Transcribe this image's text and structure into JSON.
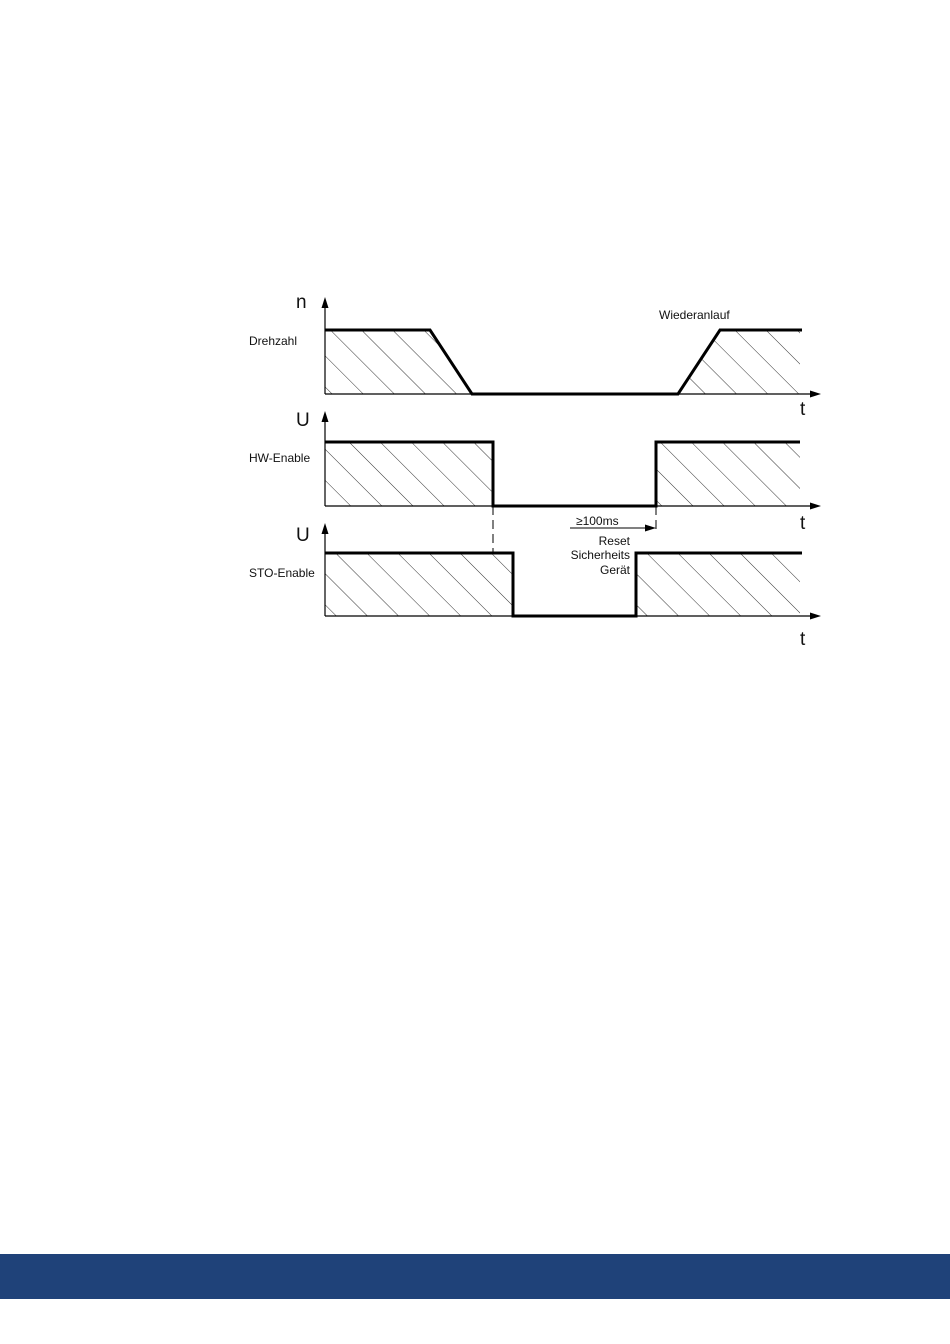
{
  "diagram": {
    "rows": [
      {
        "id": "drehzahl",
        "signal_label": "Drehzahl",
        "y_axis_symbol": "n",
        "x_axis_symbol": "t",
        "annotation": "Wiederanlauf"
      },
      {
        "id": "hw-enable",
        "signal_label": "HW-Enable",
        "y_axis_symbol": "U",
        "x_axis_symbol": "t"
      },
      {
        "id": "sto-enable",
        "signal_label": "STO-Enable",
        "y_axis_symbol": "U",
        "x_axis_symbol": "t"
      }
    ],
    "timing_label": "≥100ms",
    "reset_label_lines": [
      "Reset",
      "Sicherheits",
      "Gerät"
    ]
  },
  "colors": {
    "footer_bar": "#1f4279",
    "line": "#000000"
  }
}
